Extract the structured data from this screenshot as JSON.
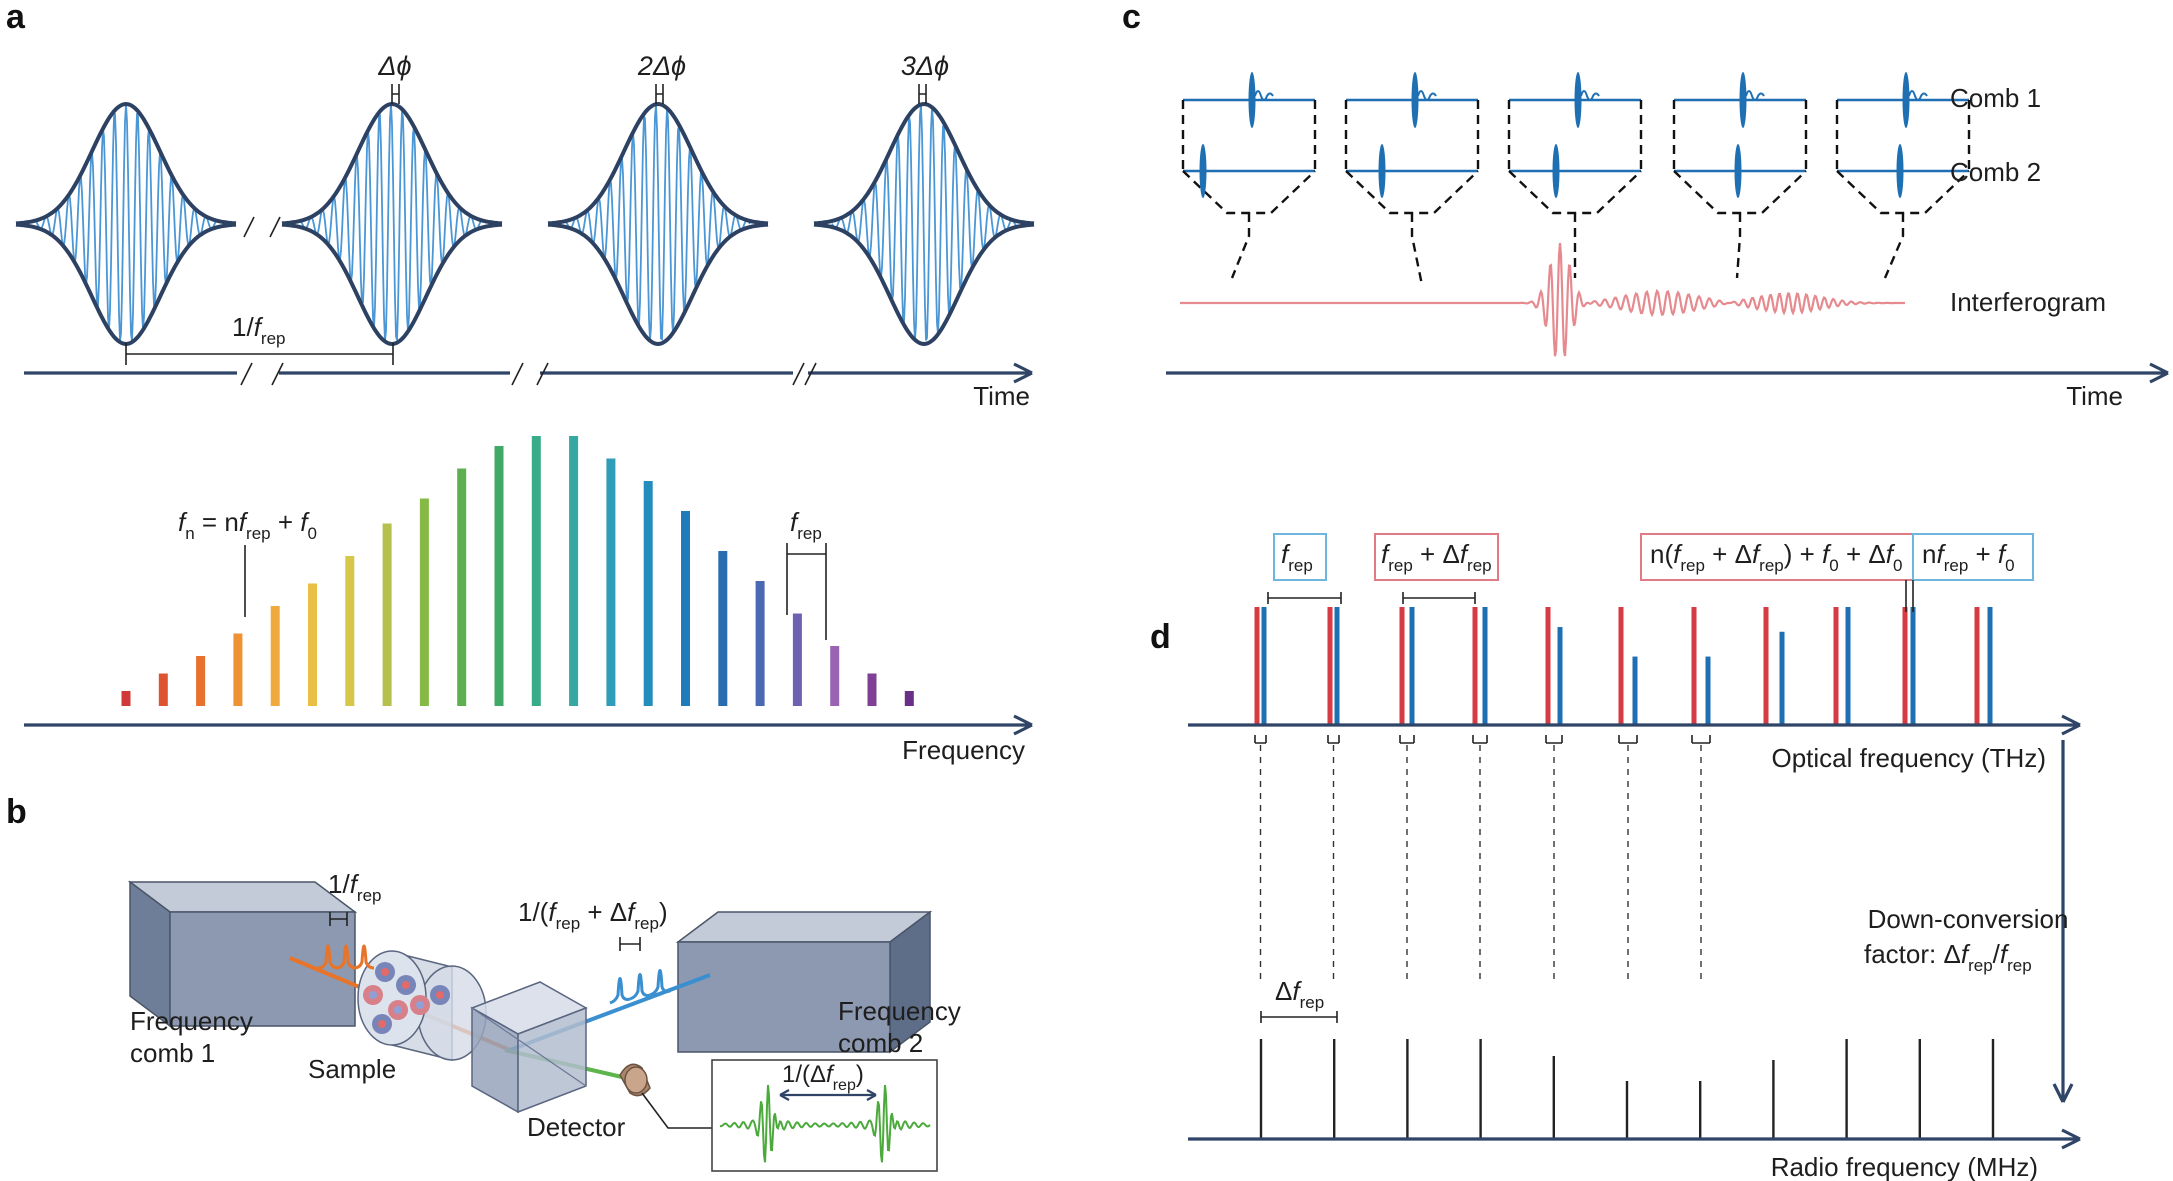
{
  "panels": {
    "a": "a",
    "b": "b",
    "c": "c",
    "d": "d"
  },
  "panel_a": {
    "phases": [
      "Δϕ",
      "2Δϕ",
      "3Δϕ"
    ],
    "period_label": {
      "pre": "1/",
      "f": "f",
      "sub": "rep"
    },
    "time_label": "Time",
    "frequency_label": "Frequency",
    "mode_formula": {
      "f": "f",
      "n": "n",
      "eq": " = n",
      "f2": "f",
      "rep": "rep",
      "plus": " + ",
      "f3": "f",
      "zero": "0"
    },
    "spacing_label": {
      "f": "f",
      "sub": "rep"
    },
    "spectrum": {
      "type": "bar",
      "relative_heights": [
        0.06,
        0.13,
        0.2,
        0.29,
        0.4,
        0.49,
        0.6,
        0.73,
        0.83,
        0.95,
        1.04,
        1.08,
        1.08,
        0.99,
        0.9,
        0.78,
        0.62,
        0.5,
        0.37,
        0.24,
        0.13,
        0.06
      ],
      "colors": [
        "#d23a3a",
        "#df5430",
        "#e8712d",
        "#ee9233",
        "#efa93d",
        "#e9bf45",
        "#d6c74a",
        "#b5c14c",
        "#87b947",
        "#5daf4f",
        "#40a967",
        "#38ac88",
        "#35a8a3",
        "#2f9db8",
        "#258dbd",
        "#1f7cba",
        "#2a6cb0",
        "#4969b2",
        "#7060b2",
        "#9a64b3",
        "#7f3f96",
        "#6a2f86"
      ]
    }
  },
  "panel_b": {
    "period1": {
      "pre": "1/",
      "f": "f",
      "sub": "rep"
    },
    "period2": {
      "pre": "1/(",
      "f": "f",
      "sub1": "rep",
      "mid": " + Δ",
      "f2": "f",
      "sub2": "rep",
      "post": ")"
    },
    "comb1": [
      "Frequency",
      "comb 1"
    ],
    "comb2": [
      "Frequency",
      "comb 2"
    ],
    "sample": "Sample",
    "detector": "Detector",
    "inset": {
      "pre": "1/(Δ",
      "f": "f",
      "sub": "rep",
      "post": ")"
    }
  },
  "panel_c": {
    "comb1": "Comb 1",
    "comb2": "Comb 2",
    "interferogram": "Interferogram",
    "time_label": "Time"
  },
  "panel_d": {
    "box1": {
      "f": "f",
      "sub": "rep"
    },
    "box2": {
      "f": "f",
      "sub1": "rep",
      "mid": " + Δ",
      "f2": "f",
      "sub2": "rep"
    },
    "box3": {
      "pre": "n(",
      "f": "f",
      "sub1": "rep",
      "mid": " + Δ",
      "f2": "f",
      "sub2": "rep",
      "m2": ") + ",
      "f3": "f",
      "sub3": "0",
      "m3": " + Δ",
      "f4": "f",
      "sub4": "0"
    },
    "box4": {
      "pre": "n",
      "f": "f",
      "sub1": "rep",
      "mid": " + ",
      "f2": "f",
      "sub2": "0"
    },
    "optical_label": "Optical frequency (THz)",
    "radio_label": "Radio frequency (MHz)",
    "down_conv": [
      "Down-conversion",
      "factor: Δ"
    ],
    "down_conv_f": {
      "f": "f",
      "sub": "rep",
      "slash": "/",
      "f2": "f",
      "sub2": "rep"
    },
    "delta_label": {
      "pre": "Δ",
      "f": "f",
      "sub": "rep"
    },
    "rf_heights": [
      1.0,
      1.0,
      1.0,
      1.0,
      0.83,
      0.58,
      0.58,
      0.79,
      1.0,
      1.0,
      1.0
    ],
    "optical_blue_heights": [
      1.0,
      1.0,
      1.0,
      1.0,
      0.83,
      0.58,
      0.58,
      0.79,
      1.0,
      1.0,
      1.0
    ],
    "colors": {
      "red": "#d63a43",
      "blue": "#1f6fb3",
      "red_box": "#e07b86",
      "blue_box": "#6fb6df"
    }
  }
}
